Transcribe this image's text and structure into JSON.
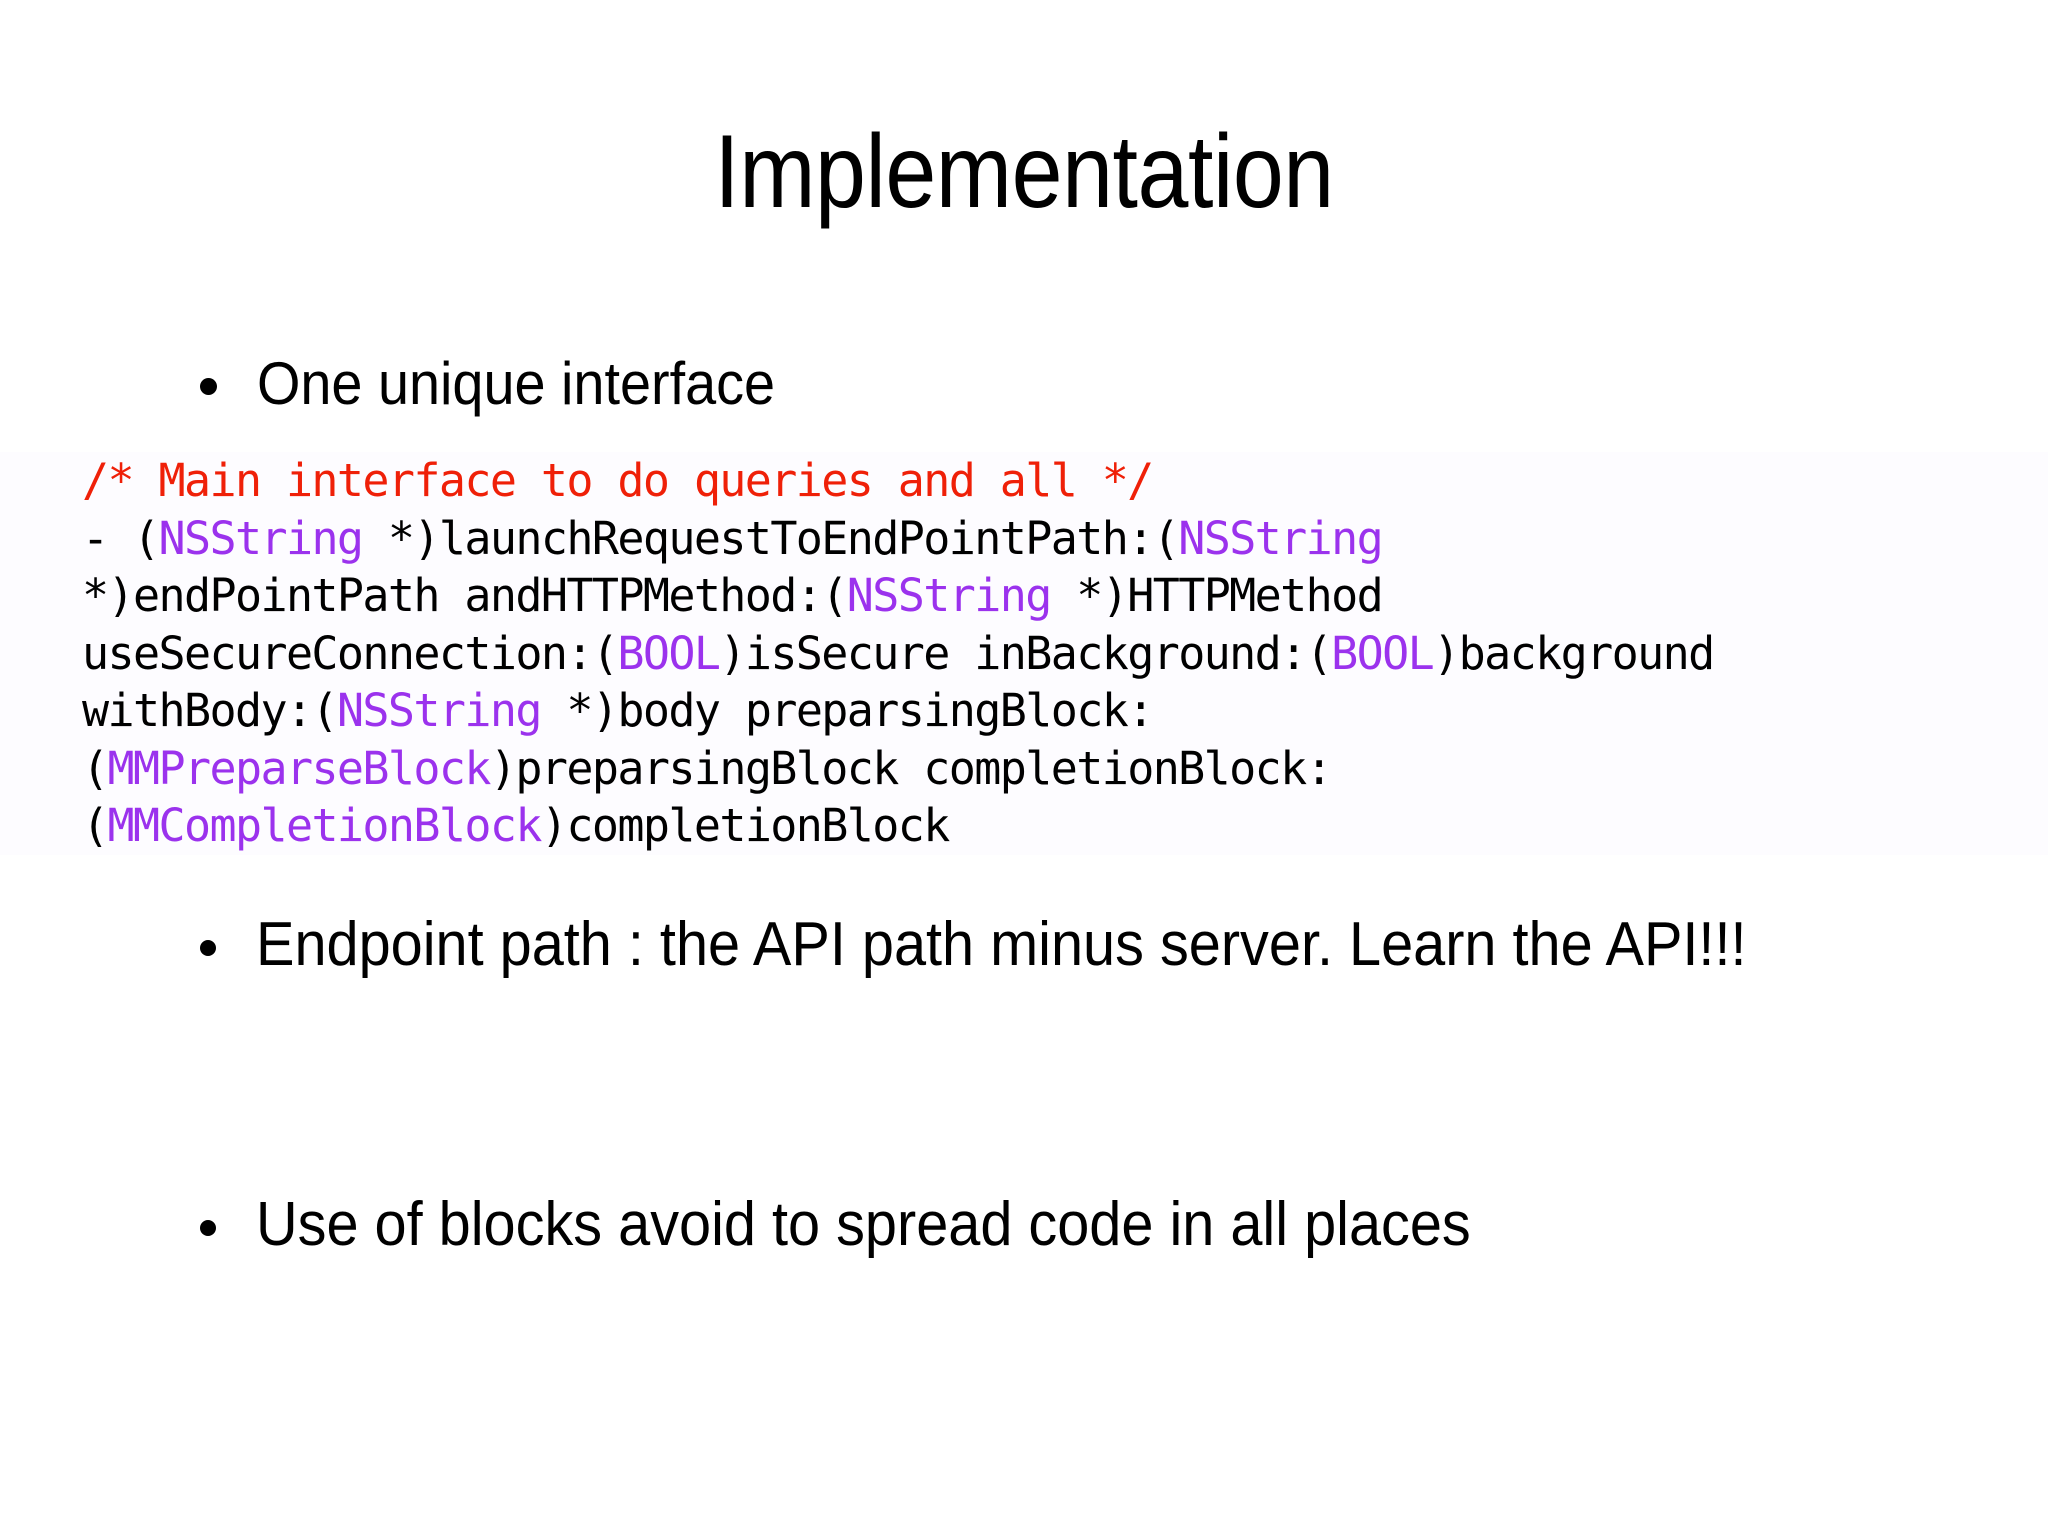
{
  "slide": {
    "title": "Implementation",
    "background_color": "#ffffff",
    "bullets": [
      {
        "id": "one",
        "text": "One unique interface"
      },
      {
        "id": "two",
        "text": "Endpoint path : the API path minus server. Learn the API!!!"
      },
      {
        "id": "three",
        "text": "Use of blocks avoid to spread code in all places"
      }
    ],
    "code": {
      "language": "objective-c",
      "colors": {
        "comment": "#ef2008",
        "type": "#9b32ed",
        "plain": "#000000",
        "background": "#fdfcff"
      },
      "lines": [
        {
          "segments": [
            {
              "kind": "comment",
              "text": "/* Main interface to do queries and all */"
            }
          ]
        },
        {
          "segments": [
            {
              "kind": "plain",
              "text": "- ("
            },
            {
              "kind": "type",
              "text": "NSString"
            },
            {
              "kind": "plain",
              "text": " *)launchRequestToEndPointPath:("
            },
            {
              "kind": "type",
              "text": "NSString"
            }
          ]
        },
        {
          "segments": [
            {
              "kind": "plain",
              "text": "*)endPointPath andHTTPMethod:("
            },
            {
              "kind": "type",
              "text": "NSString"
            },
            {
              "kind": "plain",
              "text": " *)HTTPMethod"
            }
          ]
        },
        {
          "segments": [
            {
              "kind": "plain",
              "text": "useSecureConnection:("
            },
            {
              "kind": "type",
              "text": "BOOL"
            },
            {
              "kind": "plain",
              "text": ")isSecure inBackground:("
            },
            {
              "kind": "type",
              "text": "BOOL"
            },
            {
              "kind": "plain",
              "text": ")background"
            }
          ]
        },
        {
          "segments": [
            {
              "kind": "plain",
              "text": "withBody:("
            },
            {
              "kind": "type",
              "text": "NSString"
            },
            {
              "kind": "plain",
              "text": " *)body preparsingBlock:"
            }
          ]
        },
        {
          "segments": [
            {
              "kind": "plain",
              "text": "("
            },
            {
              "kind": "type",
              "text": "MMPreparseBlock"
            },
            {
              "kind": "plain",
              "text": ")preparsingBlock completionBlock:"
            }
          ]
        },
        {
          "segments": [
            {
              "kind": "plain",
              "text": "("
            },
            {
              "kind": "type",
              "text": "MMCompletionBlock"
            },
            {
              "kind": "plain",
              "text": ")completionBlock"
            }
          ]
        }
      ]
    }
  }
}
